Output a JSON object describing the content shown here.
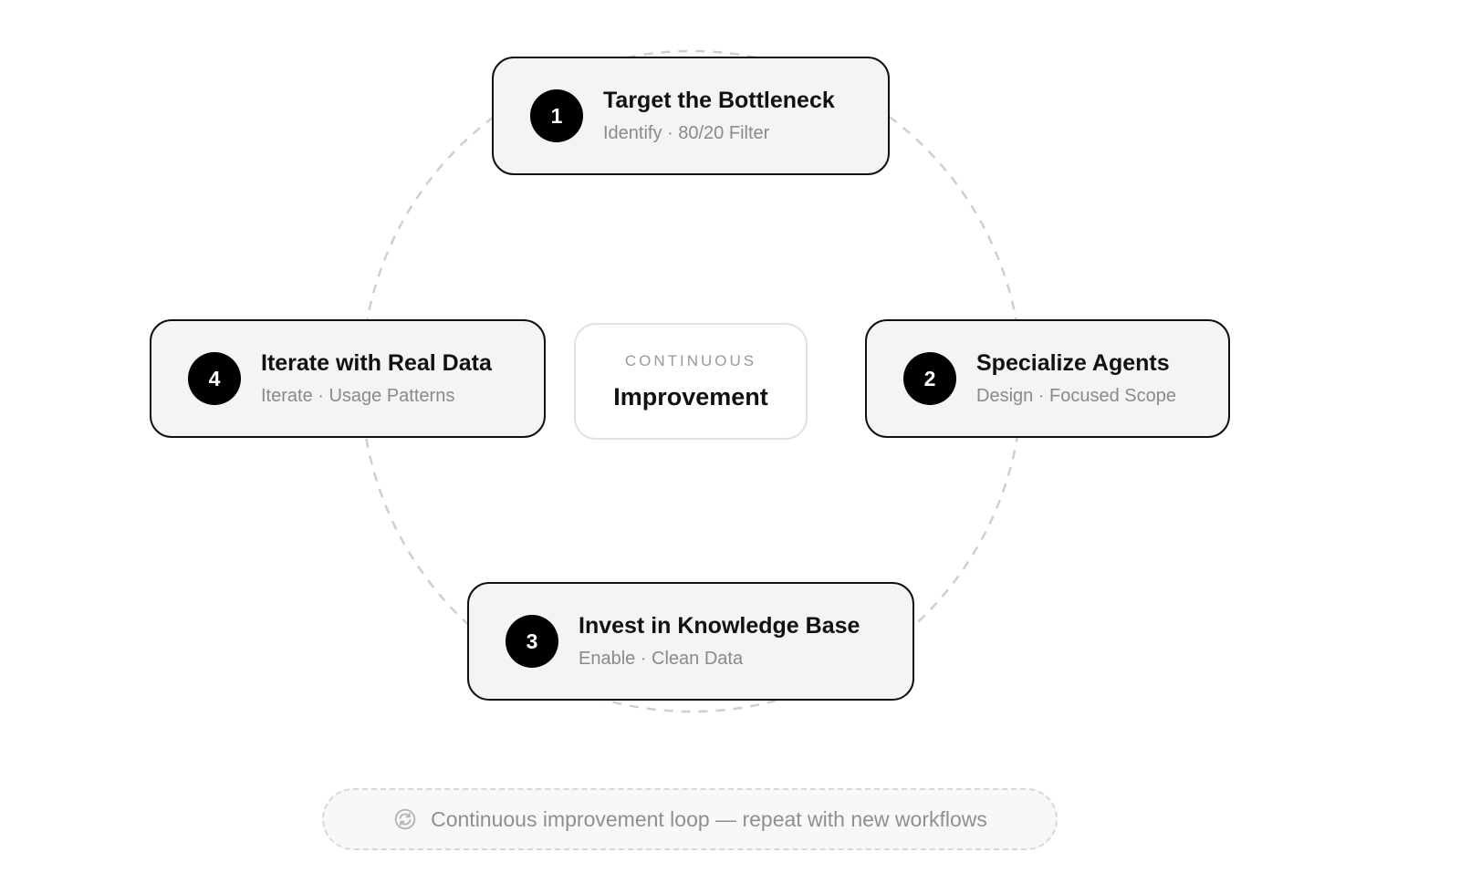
{
  "steps": [
    {
      "number": "1",
      "title": "Target the Bottleneck",
      "subtitle": "Identify · 80/20 Filter"
    },
    {
      "number": "2",
      "title": "Specialize Agents",
      "subtitle": "Design · Focused Scope"
    },
    {
      "number": "3",
      "title": "Invest in Knowledge Base",
      "subtitle": "Enable · Clean Data"
    },
    {
      "number": "4",
      "title": "Iterate with Real Data",
      "subtitle": "Iterate · Usage Patterns"
    }
  ],
  "center": {
    "kicker": "CONTINUOUS",
    "title": "Improvement"
  },
  "footer": {
    "icon": "refresh-icon",
    "text": "Continuous improvement loop — repeat with new workflows"
  },
  "colors": {
    "card_border": "#111111",
    "card_fill": "#f4f4f4",
    "badge_fill": "#000000",
    "ring_dash": "#cfcfcf",
    "muted_text": "#8a8a8a"
  }
}
